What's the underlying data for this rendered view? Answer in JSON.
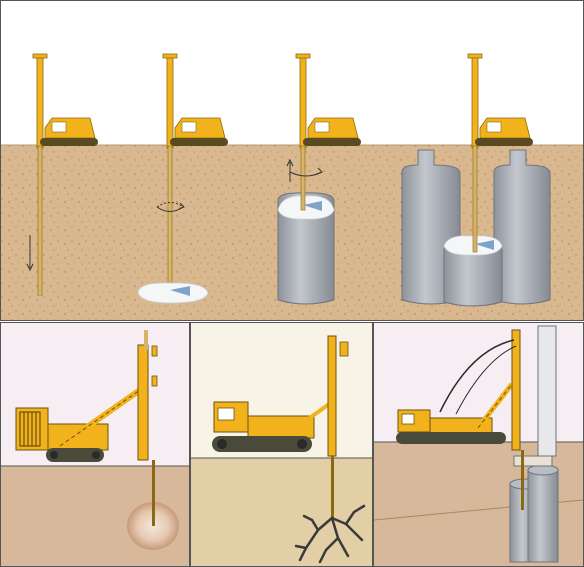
{
  "colors": {
    "sky": "#ffffff",
    "soil": "#d9b890",
    "soil_speckle": "#b58d63",
    "rig_yellow": "#f2b21b",
    "rig_dark": "#5a4a20",
    "column_gray": "#a9adb5",
    "column_shadow": "#7f848c",
    "panel_bg_pink": "#f6eef2",
    "panel_bg_cream": "#f7f3e6",
    "soil_panel": "#d8b89a",
    "soil_panel_cream": "#e2cfa6",
    "grout_white": "#f4f6f8",
    "crack_dark": "#3a3a3a"
  },
  "diagram": {
    "top_panel": {
      "stages": [
        {
          "step": 1,
          "action": "drill-down"
        },
        {
          "step": 2,
          "action": "rotate-and-inject"
        },
        {
          "step": 3,
          "action": "lift-and-rotate"
        },
        {
          "step": 4,
          "action": "overlapping-columns"
        }
      ]
    },
    "bottom_panels": [
      {
        "scene": "crawler-rig-grout-bulb"
      },
      {
        "scene": "crawler-rig-fracture-grouting"
      },
      {
        "scene": "crawler-rig-column-installation"
      }
    ]
  }
}
